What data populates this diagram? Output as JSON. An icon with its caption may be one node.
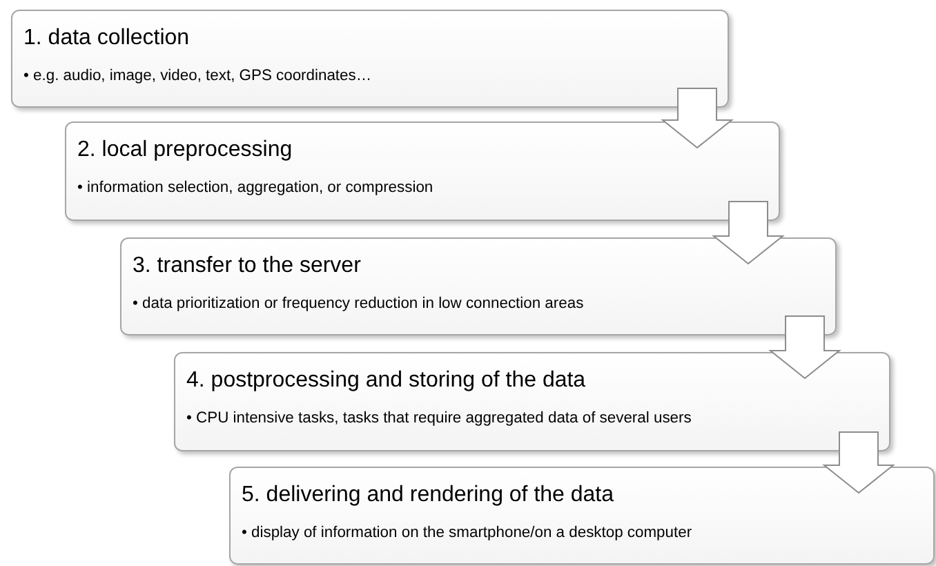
{
  "diagram": {
    "nodes": [
      {
        "text": [
          "1. data collection",
          "• e.g. audio, image, video, text, GPS coordinates…"
        ]
      },
      {
        "text": [
          "2. local preprocessing",
          "• information selection, aggregation, or compression"
        ]
      },
      {
        "text": [
          "3. transfer to the server",
          "• data prioritization or frequency reduction in low connection areas"
        ]
      },
      {
        "text": [
          "4. postprocessing and storing of the data",
          "• CPU intensive tasks, tasks that require aggregated data of several users"
        ]
      },
      {
        "text": [
          "5. delivering and rendering of the data",
          "• display of information on the smartphone/on a desktop computer"
        ]
      }
    ],
    "edges": [
      {
        "from": 0,
        "to": 1,
        "arrow": "to"
      },
      {
        "from": 1,
        "to": 2,
        "arrow": "to"
      },
      {
        "from": 2,
        "to": 3,
        "arrow": "to"
      },
      {
        "from": 3,
        "to": 4,
        "arrow": "to"
      }
    ]
  }
}
